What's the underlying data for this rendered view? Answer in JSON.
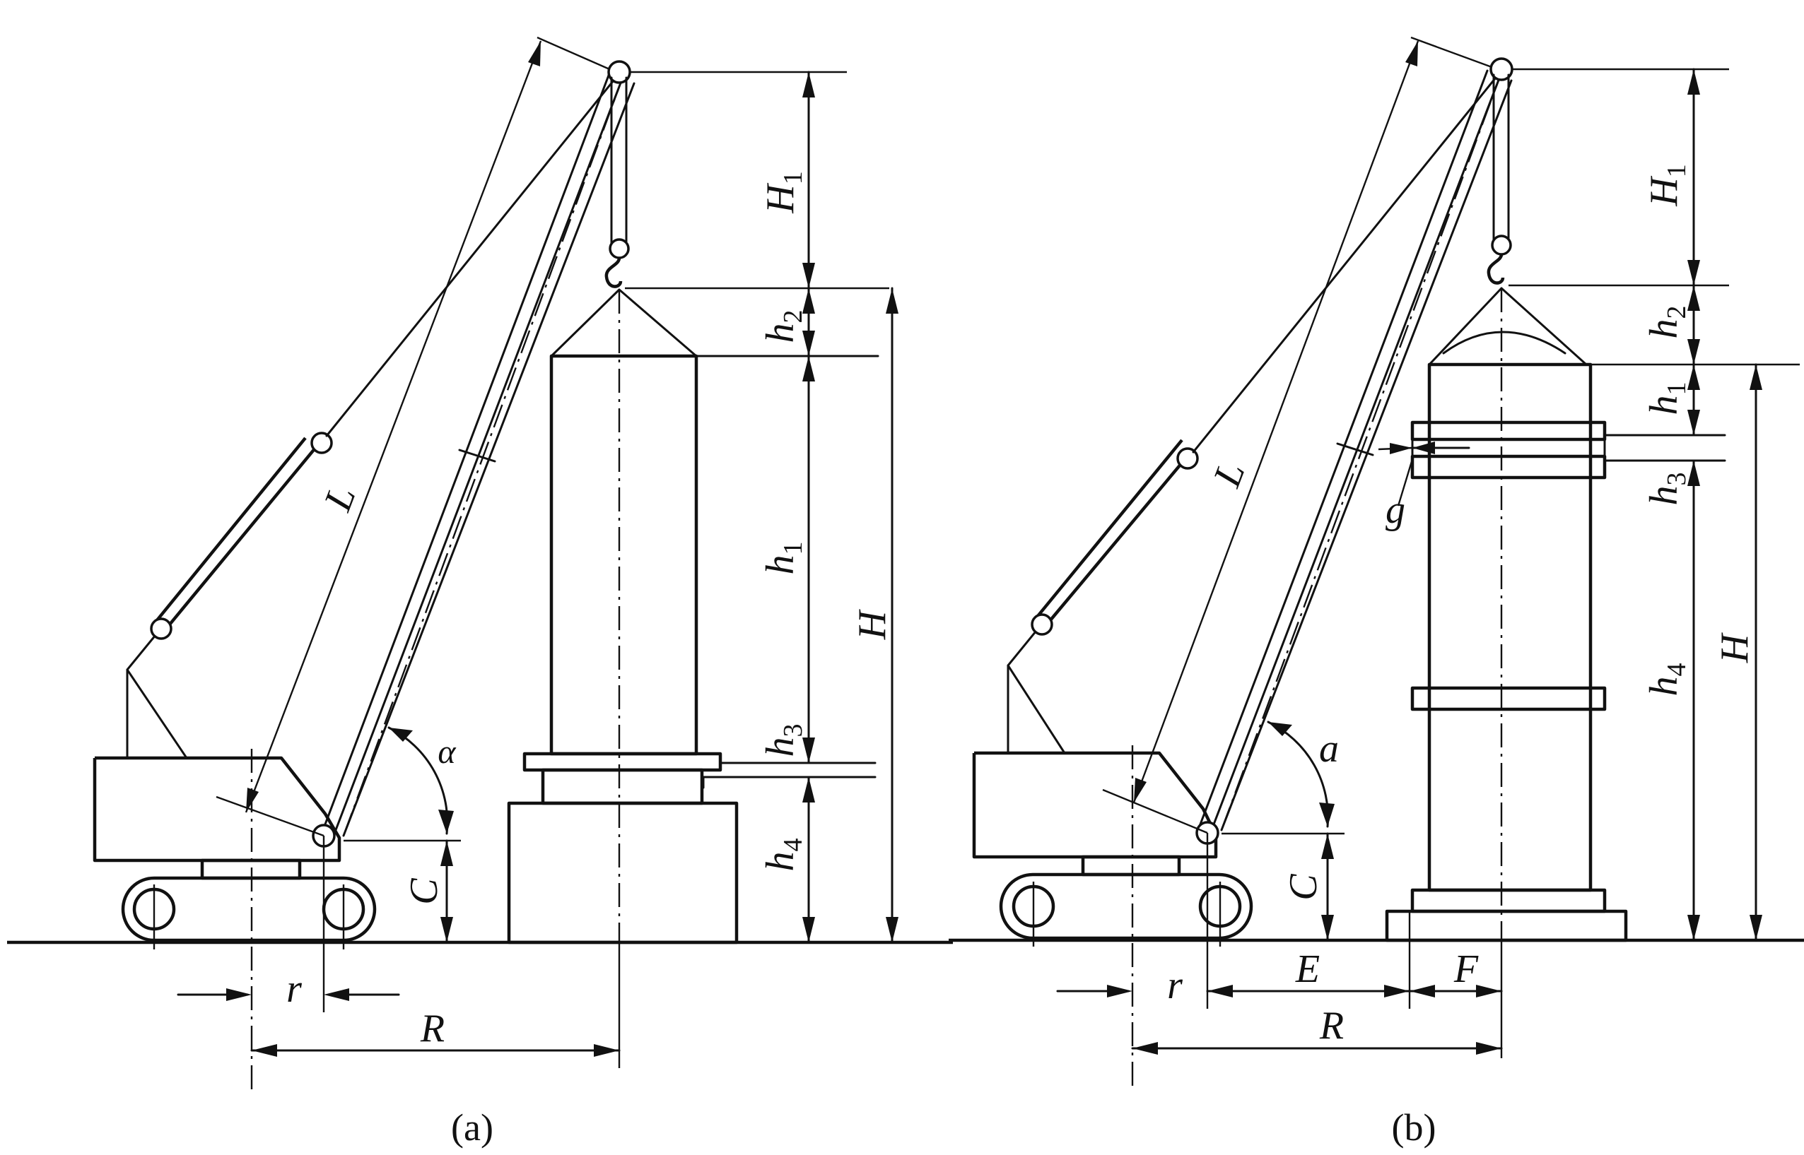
{
  "figure": {
    "panel_a": {
      "caption": "(a)",
      "labels": {
        "H1": {
          "main": "H",
          "sub": "1"
        },
        "h2": {
          "main": "h",
          "sub": "2"
        },
        "h1": {
          "main": "h",
          "sub": "1"
        },
        "h3": {
          "main": "h",
          "sub": "3"
        },
        "h4": {
          "main": "h",
          "sub": "4"
        },
        "H": {
          "main": "H"
        },
        "L": {
          "main": "L"
        },
        "alpha": {
          "main": "α"
        },
        "C": {
          "main": "C"
        },
        "r": {
          "main": "r"
        },
        "R": {
          "main": "R"
        }
      }
    },
    "panel_b": {
      "caption": "(b)",
      "labels": {
        "H1": {
          "main": "H",
          "sub": "1"
        },
        "h2": {
          "main": "h",
          "sub": "2"
        },
        "h1": {
          "main": "h",
          "sub": "1"
        },
        "h3": {
          "main": "h",
          "sub": "3"
        },
        "h4": {
          "main": "h",
          "sub": "4"
        },
        "H": {
          "main": "H"
        },
        "L": {
          "main": "L"
        },
        "a": {
          "main": "a"
        },
        "g": {
          "main": "g"
        },
        "C": {
          "main": "C"
        },
        "r": {
          "main": "r"
        },
        "E": {
          "main": "E"
        },
        "F": {
          "main": "F"
        },
        "R": {
          "main": "R"
        }
      }
    }
  }
}
